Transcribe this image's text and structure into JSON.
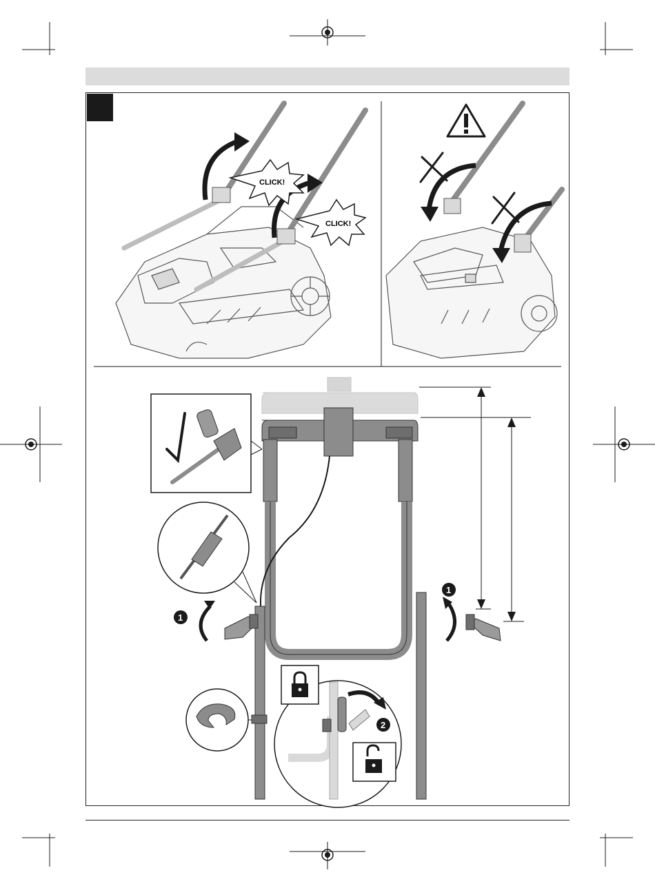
{
  "labels": {
    "click_1": "CLICK!",
    "click_2": "CLICK!"
  },
  "callouts": {
    "step_1": "1",
    "step_2": "2"
  },
  "icons": {
    "warning": "warning-triangle-icon",
    "lock": "lock-closed-icon",
    "unlock": "lock-open-icon",
    "check": "check-mark-icon",
    "cross": "cross-mark-icon",
    "registration": "registration-mark-icon"
  },
  "colors": {
    "ink": "#1a1a1a",
    "handle_grey": "#8c8c8c",
    "light_grey": "#d9d9d9",
    "header_grey": "#dcdcdc"
  }
}
